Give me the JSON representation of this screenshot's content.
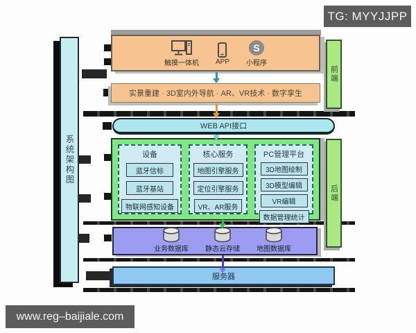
{
  "watermarks": {
    "tg_badge": "TG: MYYJJPP",
    "site": "www.reg–baijiale.com"
  },
  "title_bar": {
    "text": "系统架构图"
  },
  "rails": {
    "front": "前端",
    "back": "后端"
  },
  "client_layer": {
    "items": [
      {
        "label": "触摸一体机",
        "icon": "touch-kiosk-icon"
      },
      {
        "label": "APP",
        "icon": "smartphone-icon"
      },
      {
        "label": "小程序",
        "icon": "miniprogram-icon"
      }
    ]
  },
  "capability_banner": {
    "text": "实景重建 · 3D室内外导航 · AR、VR技术 · 数字孪生"
  },
  "api_layer": {
    "label": "WEB API接口"
  },
  "service_groups": [
    {
      "title": "设备",
      "items": [
        "蓝牙信标",
        "蓝牙基站",
        "物联网感知设备"
      ]
    },
    {
      "title": "核心服务",
      "items": [
        "地图引擎服务",
        "定位引擎服务",
        "VR、AR服务"
      ]
    },
    {
      "title": "PC管理平台",
      "items": [
        "3D地图绘制",
        "3D模型编辑",
        "VR编辑",
        "数据管理统计"
      ]
    }
  ],
  "data_layer": {
    "databases": [
      "业务数据库",
      "静态云存储",
      "地图数据库"
    ]
  },
  "server_layer": {
    "label": "服务器"
  },
  "palette": {
    "client_layer": "#f6c391",
    "api_layer": "#aee6ef",
    "service_layer": "#80e686",
    "service_item": "#bce4ed",
    "data_layer": "#9c9cf0",
    "server_layer": "#8ec9f2",
    "side_rail": "#a9e97f",
    "title_bar": "#c6eef2",
    "watermark_bg": "#5c5c5c",
    "arrow_teal": "#2f95a5",
    "arrow_orange": "#e29a33",
    "arrow_green": "#35c24b",
    "arrow_purple": "#4c3fd0"
  }
}
